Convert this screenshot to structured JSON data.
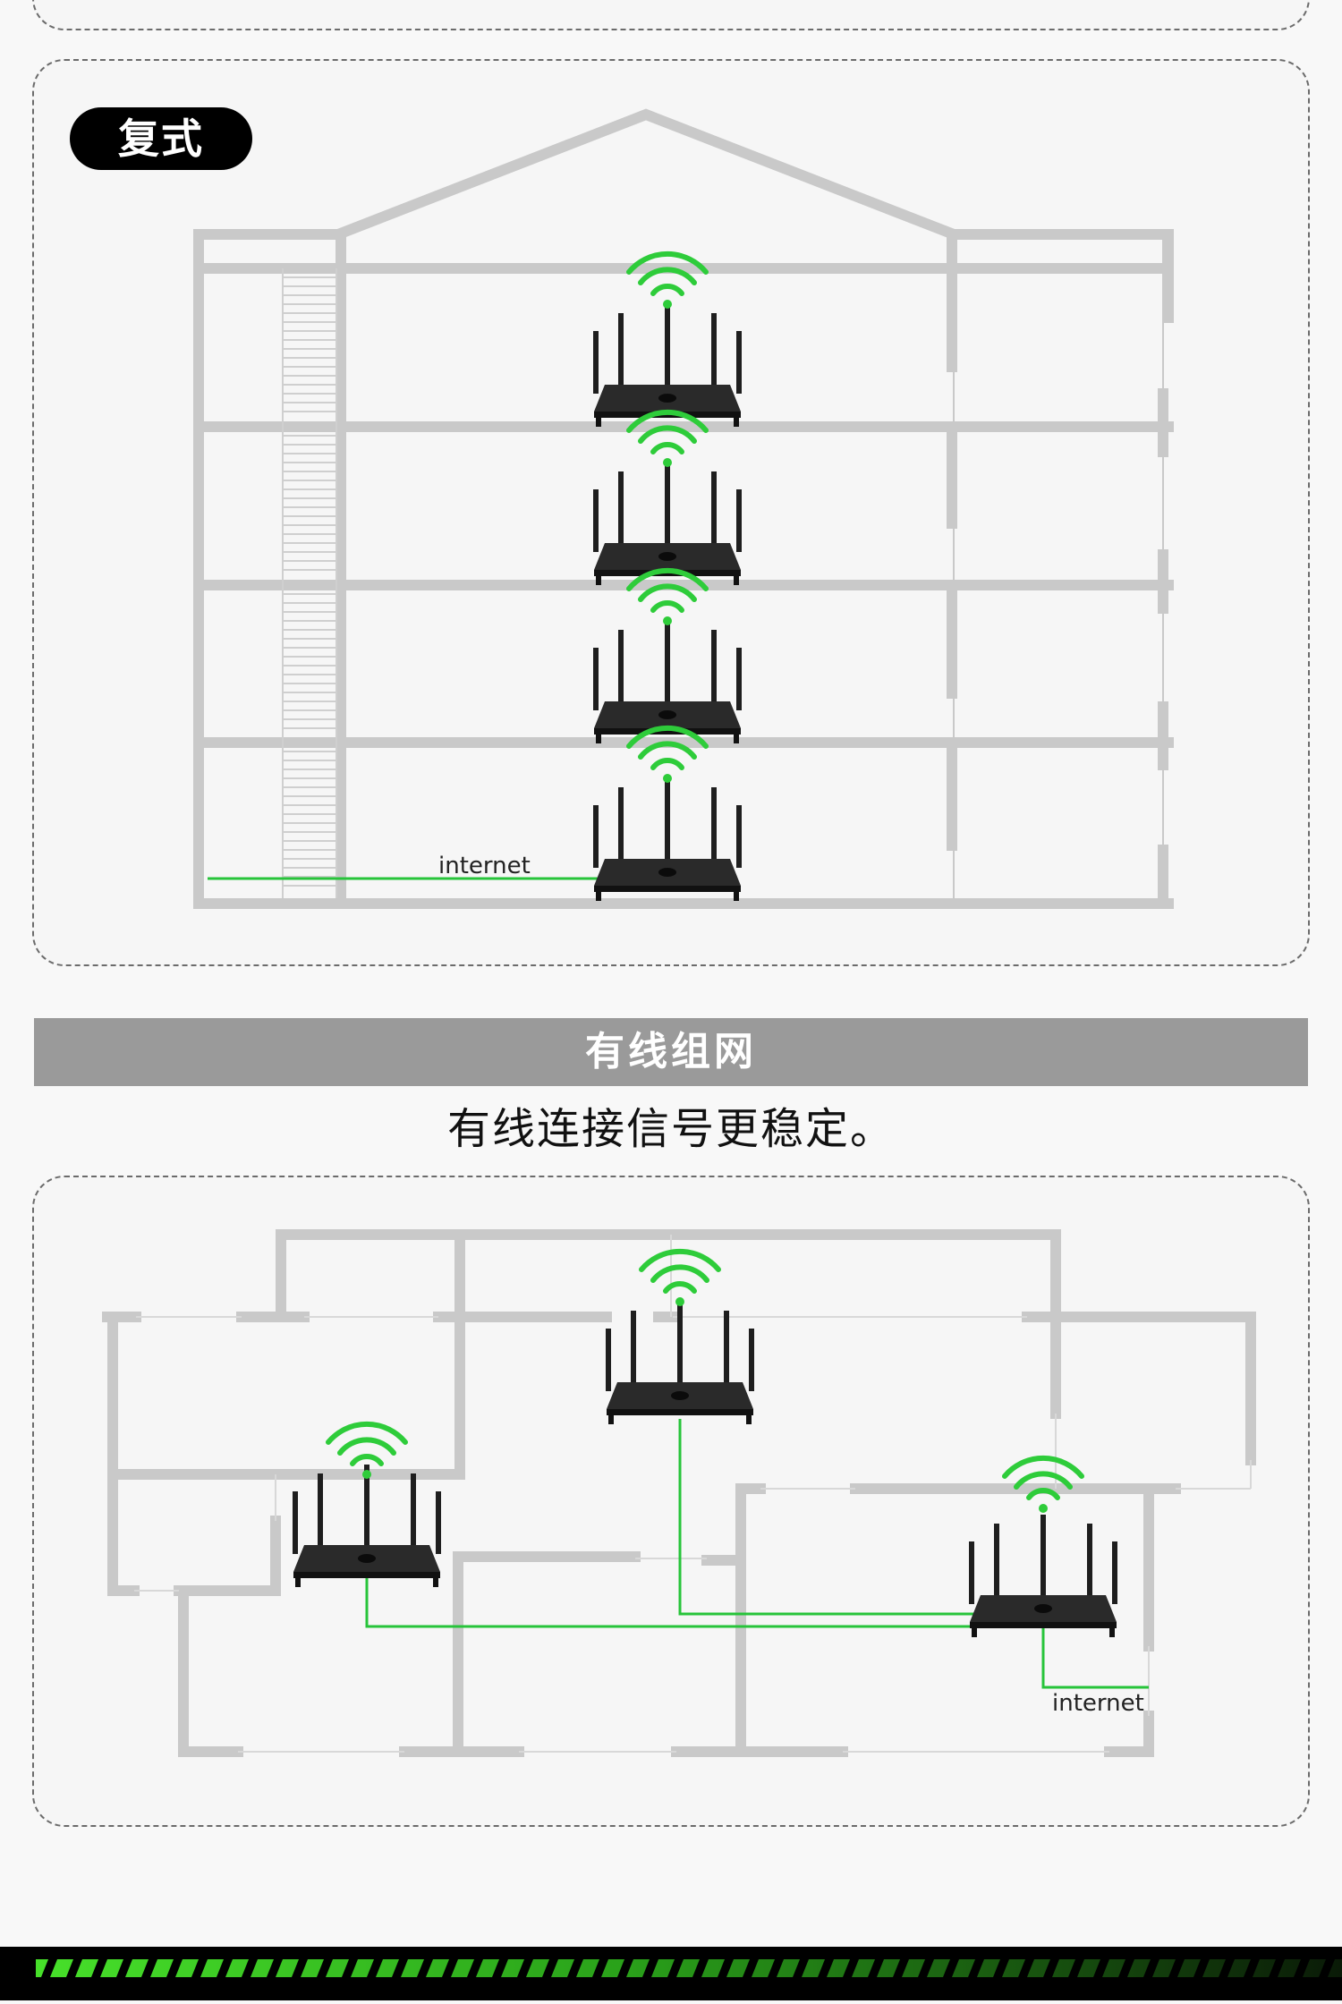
{
  "duplex": {
    "tag": "复式",
    "internet_label": "internet"
  },
  "wired": {
    "title": "有线组网",
    "subtitle": "有线连接信号更稳定。",
    "internet_label": "internet"
  },
  "colors": {
    "wifi": "#2ecc3a",
    "wall": "#c9c9c9",
    "cable": "#27c43a",
    "band": "#9a9a9a"
  },
  "icons": [
    "router-icon",
    "wifi-signal-icon"
  ]
}
